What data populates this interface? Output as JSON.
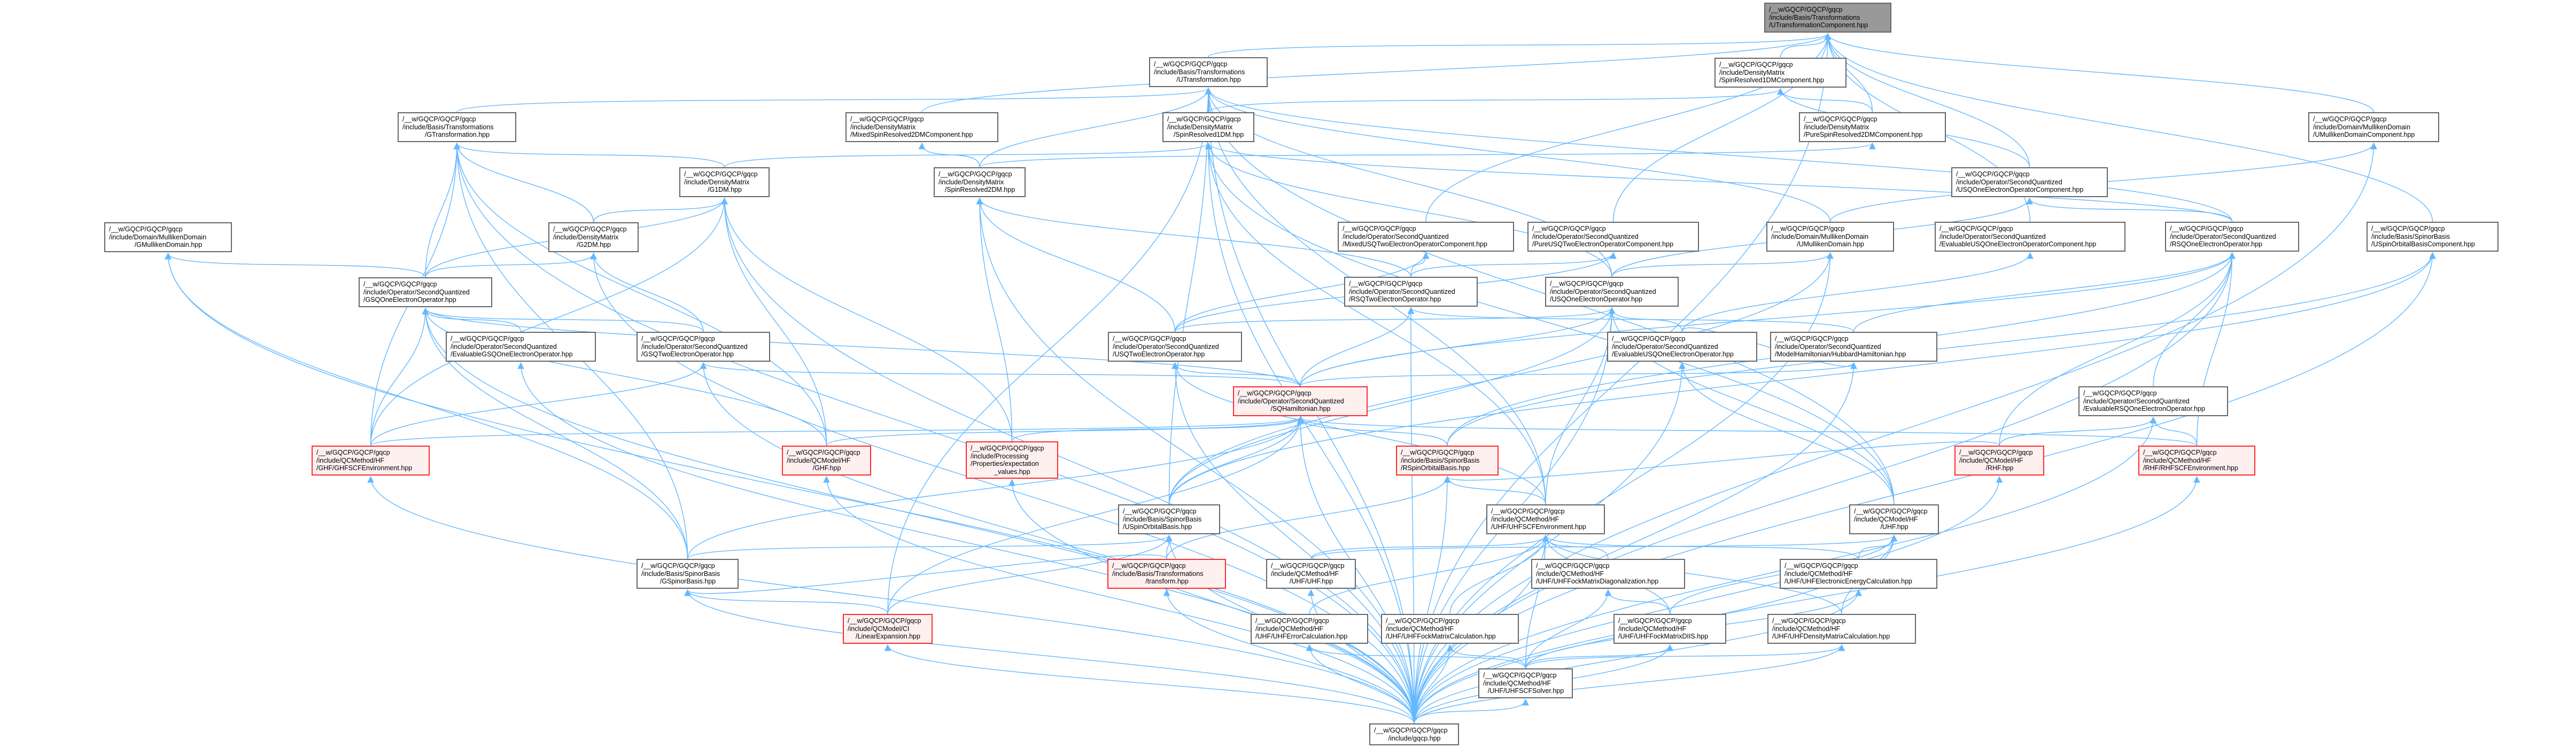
{
  "graph": {
    "type": "include-dependency-graph",
    "colors": {
      "edge": "#63b8ff",
      "node_border": "#666666",
      "root_fill": "#999999",
      "partial_border": "#ff2a2a",
      "partial_fill": "#fff0f0"
    }
  },
  "nodes": [
    {
      "id": "utc",
      "kind": "root",
      "lines": [
        "/__w/GQCP/GQCP/gqcp",
        "/include/Basis/Transformations",
        "/UTransformationComponent.hpp"
      ]
    },
    {
      "id": "ut",
      "kind": "normal",
      "lines": [
        "/__w/GQCP/GQCP/gqcp",
        "/include/Basis/Transformations",
        "/UTransformation.hpp"
      ]
    },
    {
      "id": "sr1dmc",
      "kind": "normal",
      "lines": [
        "/__w/GQCP/GQCP/gqcp",
        "/include/DensityMatrix",
        "/SpinResolved1DMComponent.hpp"
      ]
    },
    {
      "id": "gt",
      "kind": "normal",
      "lines": [
        "/__w/GQCP/GQCP/gqcp",
        "/include/Basis/Transformations",
        "/GTransformation.hpp"
      ]
    },
    {
      "id": "msr2dmc",
      "kind": "normal",
      "lines": [
        "/__w/GQCP/GQCP/gqcp",
        "/include/DensityMatrix",
        "/MixedSpinResolved2DMComponent.hpp"
      ]
    },
    {
      "id": "sr1dm",
      "kind": "normal",
      "lines": [
        "/__w/GQCP/GQCP/gqcp",
        "/include/DensityMatrix",
        "/SpinResolved1DM.hpp"
      ]
    },
    {
      "id": "psr2dmc",
      "kind": "normal",
      "lines": [
        "/__w/GQCP/GQCP/gqcp",
        "/include/DensityMatrix",
        "/PureSpinResolved2DMComponent.hpp"
      ]
    },
    {
      "id": "umdc",
      "kind": "normal",
      "lines": [
        "/__w/GQCP/GQCP/gqcp",
        "/include/Domain/MullikenDomain",
        "/UMullikenDomainComponent.hpp"
      ]
    },
    {
      "id": "g1dm",
      "kind": "normal",
      "lines": [
        "/__w/GQCP/GQCP/gqcp",
        "/include/DensityMatrix",
        "/G1DM.hpp"
      ]
    },
    {
      "id": "sr2dm",
      "kind": "normal",
      "lines": [
        "/__w/GQCP/GQCP/gqcp",
        "/include/DensityMatrix",
        "/SpinResolved2DM.hpp"
      ]
    },
    {
      "id": "usq1c",
      "kind": "normal",
      "lines": [
        "/__w/GQCP/GQCP/gqcp",
        "/include/Operator/SecondQuantized",
        "/USQOneElectronOperatorComponent.hpp"
      ]
    },
    {
      "id": "gmd",
      "kind": "normal",
      "lines": [
        "/__w/GQCP/GQCP/gqcp",
        "/include/Domain/MullikenDomain",
        "/GMullikenDomain.hpp"
      ]
    },
    {
      "id": "g2dm",
      "kind": "normal",
      "lines": [
        "/__w/GQCP/GQCP/gqcp",
        "/include/DensityMatrix",
        "/G2DM.hpp"
      ]
    },
    {
      "id": "musq2c",
      "kind": "normal",
      "lines": [
        "/__w/GQCP/GQCP/gqcp",
        "/include/Operator/SecondQuantized",
        "/MixedUSQTwoElectronOperatorComponent.hpp"
      ]
    },
    {
      "id": "pusq2c",
      "kind": "normal",
      "lines": [
        "/__w/GQCP/GQCP/gqcp",
        "/include/Operator/SecondQuantized",
        "/PureUSQTwoElectronOperatorComponent.hpp"
      ]
    },
    {
      "id": "umd",
      "kind": "normal",
      "lines": [
        "/__w/GQCP/GQCP/gqcp",
        "/include/Domain/MullikenDomain",
        "/UMullikenDomain.hpp"
      ]
    },
    {
      "id": "eusq1c",
      "kind": "normal",
      "lines": [
        "/__w/GQCP/GQCP/gqcp",
        "/include/Operator/SecondQuantized",
        "/EvaluableUSQOneElectronOperatorComponent.hpp"
      ]
    },
    {
      "id": "rsq1",
      "kind": "normal",
      "lines": [
        "/__w/GQCP/GQCP/gqcp",
        "/include/Operator/SecondQuantized",
        "/RSQOneElectronOperator.hpp"
      ]
    },
    {
      "id": "usobc",
      "kind": "normal",
      "lines": [
        "/__w/GQCP/GQCP/gqcp",
        "/include/Basis/SpinorBasis",
        "/USpinOrbitalBasisComponent.hpp"
      ]
    },
    {
      "id": "gsq1",
      "kind": "normal",
      "lines": [
        "/__w/GQCP/GQCP/gqcp",
        "/include/Operator/SecondQuantized",
        "/GSQOneElectronOperator.hpp"
      ]
    },
    {
      "id": "rsq2",
      "kind": "normal",
      "lines": [
        "/__w/GQCP/GQCP/gqcp",
        "/include/Operator/SecondQuantized",
        "/RSQTwoElectronOperator.hpp"
      ]
    },
    {
      "id": "usq1",
      "kind": "normal",
      "lines": [
        "/__w/GQCP/GQCP/gqcp",
        "/include/Operator/SecondQuantized",
        "/USQOneElectronOperator.hpp"
      ]
    },
    {
      "id": "egsq1",
      "kind": "normal",
      "lines": [
        "/__w/GQCP/GQCP/gqcp",
        "/include/Operator/SecondQuantized",
        "/EvaluableGSQOneElectronOperator.hpp"
      ]
    },
    {
      "id": "gsq2",
      "kind": "normal",
      "lines": [
        "/__w/GQCP/GQCP/gqcp",
        "/include/Operator/SecondQuantized",
        "/GSQTwoElectronOperator.hpp"
      ]
    },
    {
      "id": "usq2",
      "kind": "normal",
      "lines": [
        "/__w/GQCP/GQCP/gqcp",
        "/include/Operator/SecondQuantized",
        "/USQTwoElectronOperator.hpp"
      ]
    },
    {
      "id": "eusq1",
      "kind": "normal",
      "lines": [
        "/__w/GQCP/GQCP/gqcp",
        "/include/Operator/SecondQuantized",
        "/EvaluableUSQOneElectronOperator.hpp"
      ]
    },
    {
      "id": "hubbard",
      "kind": "normal",
      "lines": [
        "/__w/GQCP/GQCP/gqcp",
        "/include/Operator/SecondQuantized",
        "/ModelHamiltonian/HubbardHamiltonian.hpp"
      ]
    },
    {
      "id": "sqham",
      "kind": "red",
      "lines": [
        "/__w/GQCP/GQCP/gqcp",
        "/include/Operator/SecondQuantized",
        "/SQHamiltonian.hpp"
      ]
    },
    {
      "id": "ersq1",
      "kind": "normal",
      "lines": [
        "/__w/GQCP/GQCP/gqcp",
        "/include/Operator/SecondQuantized",
        "/EvaluableRSQOneElectronOperator.hpp"
      ]
    },
    {
      "id": "ghfscf",
      "kind": "red",
      "lines": [
        "/__w/GQCP/GQCP/gqcp",
        "/include/QCMethod/HF",
        "/GHF/GHFSCFEnvironment.hpp"
      ]
    },
    {
      "id": "ghf",
      "kind": "red",
      "lines": [
        "/__w/GQCP/GQCP/gqcp",
        "/include/QCModel/HF",
        "/GHF.hpp"
      ]
    },
    {
      "id": "expval",
      "kind": "red",
      "lines": [
        "/__w/GQCP/GQCP/gqcp",
        "/include/Processing",
        "/Properties/expectation",
        "_values.hpp"
      ]
    },
    {
      "id": "rsob",
      "kind": "red",
      "lines": [
        "/__w/GQCP/GQCP/gqcp",
        "/include/Basis/SpinorBasis",
        "/RSpinOrbitalBasis.hpp"
      ]
    },
    {
      "id": "rhf",
      "kind": "red",
      "lines": [
        "/__w/GQCP/GQCP/gqcp",
        "/include/QCModel/HF",
        "/RHF.hpp"
      ]
    },
    {
      "id": "rhfscf",
      "kind": "red",
      "lines": [
        "/__w/GQCP/GQCP/gqcp",
        "/include/QCMethod/HF",
        "/RHF/RHFSCFEnvironment.hpp"
      ]
    },
    {
      "id": "usob",
      "kind": "normal",
      "lines": [
        "/__w/GQCP/GQCP/gqcp",
        "/include/Basis/SpinorBasis",
        "/USpinOrbitalBasis.hpp"
      ]
    },
    {
      "id": "uhfscf",
      "kind": "normal",
      "lines": [
        "/__w/GQCP/GQCP/gqcp",
        "/include/QCMethod/HF",
        "/UHF/UHFSCFEnvironment.hpp"
      ]
    },
    {
      "id": "uhfmodel",
      "kind": "normal",
      "lines": [
        "/__w/GQCP/GQCP/gqcp",
        "/include/QCModel/HF",
        "/UHF.hpp"
      ]
    },
    {
      "id": "gsb",
      "kind": "normal",
      "lines": [
        "/__w/GQCP/GQCP/gqcp",
        "/include/Basis/SpinorBasis",
        "/GSpinorBasis.hpp"
      ]
    },
    {
      "id": "transform",
      "kind": "red",
      "lines": [
        "/__w/GQCP/GQCP/gqcp",
        "/include/Basis/Transformations",
        "/transform.hpp"
      ]
    },
    {
      "id": "uhf",
      "kind": "normal",
      "lines": [
        "/__w/GQCP/GQCP/gqcp",
        "/include/QCMethod/HF",
        "/UHF/UHF.hpp"
      ]
    },
    {
      "id": "uhffmd",
      "kind": "normal",
      "lines": [
        "/__w/GQCP/GQCP/gqcp",
        "/include/QCMethod/HF",
        "/UHF/UHFFockMatrixDiagonalization.hpp"
      ]
    },
    {
      "id": "uhfeec",
      "kind": "normal",
      "lines": [
        "/__w/GQCP/GQCP/gqcp",
        "/include/QCMethod/HF",
        "/UHF/UHFElectronicEnergyCalculation.hpp"
      ]
    },
    {
      "id": "linexp",
      "kind": "red",
      "lines": [
        "/__w/GQCP/GQCP/gqcp",
        "/include/QCModel/CI",
        "/LinearExpansion.hpp"
      ]
    },
    {
      "id": "uhfec",
      "kind": "normal",
      "lines": [
        "/__w/GQCP/GQCP/gqcp",
        "/include/QCMethod/HF",
        "/UHF/UHFErrorCalculation.hpp"
      ]
    },
    {
      "id": "uhffmc",
      "kind": "normal",
      "lines": [
        "/__w/GQCP/GQCP/gqcp",
        "/include/QCMethod/HF",
        "/UHF/UHFFockMatrixCalculation.hpp"
      ]
    },
    {
      "id": "uhfdiis",
      "kind": "normal",
      "lines": [
        "/__w/GQCP/GQCP/gqcp",
        "/include/QCMethod/HF",
        "/UHF/UHFFockMatrixDIIS.hpp"
      ]
    },
    {
      "id": "uhfdmc",
      "kind": "normal",
      "lines": [
        "/__w/GQCP/GQCP/gqcp",
        "/include/QCMethod/HF",
        "/UHF/UHFDensityMatrixCalculation.hpp"
      ]
    },
    {
      "id": "uhfsolver",
      "kind": "normal",
      "lines": [
        "/__w/GQCP/GQCP/gqcp",
        "/include/QCMethod/HF",
        "/UHF/UHFSCFSolver.hpp"
      ]
    },
    {
      "id": "gqcp",
      "kind": "normal",
      "lines": [
        "/__w/GQCP/GQCP/gqcp",
        "/include/gqcp.hpp"
      ]
    }
  ],
  "edges": [
    [
      "ut",
      "utc"
    ],
    [
      "sr1dmc",
      "utc"
    ],
    [
      "psr2dmc",
      "utc"
    ],
    [
      "usq1c",
      "utc"
    ],
    [
      "umdc",
      "utc"
    ],
    [
      "usobc",
      "utc"
    ],
    [
      "msr2dmc",
      "utc"
    ],
    [
      "eusq1c",
      "utc"
    ],
    [
      "musq2c",
      "utc"
    ],
    [
      "pusq2c",
      "utc"
    ],
    [
      "gt",
      "ut"
    ],
    [
      "sr1dm",
      "ut"
    ],
    [
      "sr1dm",
      "sr1dmc"
    ],
    [
      "psr2dmc",
      "sr1dmc"
    ],
    [
      "g1dm",
      "gt"
    ],
    [
      "g1dm",
      "sr1dm"
    ],
    [
      "sr2dm",
      "msr2dmc"
    ],
    [
      "sr2dm",
      "psr2dmc"
    ],
    [
      "sr2dm",
      "ut"
    ],
    [
      "g2dm",
      "g1dm"
    ],
    [
      "g2dm",
      "gt"
    ],
    [
      "gsq1",
      "gt"
    ],
    [
      "gsq1",
      "gmd"
    ],
    [
      "gsq1",
      "g2dm"
    ],
    [
      "gsq1",
      "g1dm"
    ],
    [
      "egsq1",
      "gsq1"
    ],
    [
      "gsq2",
      "gsq1"
    ],
    [
      "gsq2",
      "g2dm"
    ],
    [
      "usq1c",
      "sr1dmc"
    ],
    [
      "usq1",
      "usq1c"
    ],
    [
      "usq1",
      "sr1dm"
    ],
    [
      "usq1",
      "ut"
    ],
    [
      "usq1",
      "umd"
    ],
    [
      "umd",
      "umdc"
    ],
    [
      "umd",
      "ut"
    ],
    [
      "rsq1",
      "usq1c"
    ],
    [
      "rsq1",
      "sr1dm"
    ],
    [
      "rsq1",
      "ut"
    ],
    [
      "rsq2",
      "musq2c"
    ],
    [
      "rsq2",
      "sr2dm"
    ],
    [
      "rsq2",
      "pusq2c"
    ],
    [
      "usq2",
      "musq2c"
    ],
    [
      "usq2",
      "pusq2c"
    ],
    [
      "usq2",
      "usq1"
    ],
    [
      "usq2",
      "sr2dm"
    ],
    [
      "eusq1",
      "usq1"
    ],
    [
      "eusq1",
      "eusq1c"
    ],
    [
      "hubbard",
      "rsq1"
    ],
    [
      "hubbard",
      "rsq2"
    ],
    [
      "eusq1",
      "hubbard"
    ],
    [
      "sqham",
      "gsq2"
    ],
    [
      "sqham",
      "gsq1"
    ],
    [
      "sqham",
      "usq2"
    ],
    [
      "sqham",
      "usq1"
    ],
    [
      "sqham",
      "rsq2"
    ],
    [
      "sqham",
      "rsq1"
    ],
    [
      "sqham",
      "hubbard"
    ],
    [
      "ersq1",
      "rsq1"
    ],
    [
      "ghfscf",
      "gsq1"
    ],
    [
      "ghfscf",
      "gsq2"
    ],
    [
      "ghfscf",
      "sqham"
    ],
    [
      "ghfscf",
      "g1dm"
    ],
    [
      "ghfscf",
      "gt"
    ],
    [
      "ghf",
      "gsq1"
    ],
    [
      "ghf",
      "g1dm"
    ],
    [
      "ghf",
      "gt"
    ],
    [
      "ghf",
      "sqham"
    ],
    [
      "expval",
      "sqham"
    ],
    [
      "expval",
      "sr2dm"
    ],
    [
      "expval",
      "g1dm"
    ],
    [
      "rsob",
      "rsq1"
    ],
    [
      "rsob",
      "usobc"
    ],
    [
      "rsob",
      "sqham"
    ],
    [
      "rhf",
      "rsq1"
    ],
    [
      "rhf",
      "ersq1"
    ],
    [
      "rhf",
      "rsob"
    ],
    [
      "rhfscf",
      "rsq1"
    ],
    [
      "rhfscf",
      "ersq1"
    ],
    [
      "rhfscf",
      "sqham"
    ],
    [
      "usob",
      "usq1"
    ],
    [
      "usob",
      "umd"
    ],
    [
      "usob",
      "usobc"
    ],
    [
      "usob",
      "ut"
    ],
    [
      "usob",
      "sqham"
    ],
    [
      "uhfscf",
      "usq1"
    ],
    [
      "uhfscf",
      "ut"
    ],
    [
      "uhfscf",
      "sr1dm"
    ],
    [
      "uhfscf",
      "rsob"
    ],
    [
      "uhfscf",
      "usq2"
    ],
    [
      "uhfmodel",
      "usq1"
    ],
    [
      "uhfmodel",
      "sr1dm"
    ],
    [
      "uhfmodel",
      "ut"
    ],
    [
      "uhfmodel",
      "eusq1"
    ],
    [
      "gsb",
      "gsq1"
    ],
    [
      "gsb",
      "gt"
    ],
    [
      "gsb",
      "gmd"
    ],
    [
      "gsb",
      "usob"
    ],
    [
      "gsb",
      "sqham"
    ],
    [
      "transform",
      "usob"
    ],
    [
      "transform",
      "gsb"
    ],
    [
      "transform",
      "rsob"
    ],
    [
      "uhf",
      "uhfscf"
    ],
    [
      "uhf",
      "uhfmodel"
    ],
    [
      "uhffmd",
      "uhfscf"
    ],
    [
      "uhfeec",
      "uhfscf"
    ],
    [
      "uhfeec",
      "uhfmodel"
    ],
    [
      "linexp",
      "gsb"
    ],
    [
      "linexp",
      "usob"
    ],
    [
      "linexp",
      "sqham"
    ],
    [
      "linexp",
      "ut"
    ],
    [
      "uhfec",
      "uhfscf"
    ],
    [
      "uhffmc",
      "uhfscf"
    ],
    [
      "uhfdiis",
      "uhfscf"
    ],
    [
      "uhfdiis",
      "uhffmd"
    ],
    [
      "uhfdiis",
      "uhfmodel"
    ],
    [
      "uhfdmc",
      "uhfscf"
    ],
    [
      "uhfdmc",
      "uhfmodel"
    ],
    [
      "uhfsolver",
      "uhfec"
    ],
    [
      "uhfsolver",
      "uhffmc"
    ],
    [
      "uhfsolver",
      "uhffmd"
    ],
    [
      "uhfsolver",
      "uhfdiis"
    ],
    [
      "uhfsolver",
      "uhfdmc"
    ],
    [
      "uhfsolver",
      "uhfeec"
    ],
    [
      "uhfsolver",
      "uhfscf"
    ],
    [
      "gqcp",
      "uhfsolver"
    ],
    [
      "gqcp",
      "uhfec"
    ],
    [
      "gqcp",
      "uhffmc"
    ],
    [
      "gqcp",
      "linexp"
    ],
    [
      "gqcp",
      "gsb"
    ],
    [
      "gqcp",
      "transform"
    ],
    [
      "gqcp",
      "uhf"
    ],
    [
      "gqcp",
      "gt"
    ],
    [
      "gqcp",
      "gmd"
    ],
    [
      "gqcp",
      "g1dm"
    ],
    [
      "gqcp",
      "g2dm"
    ],
    [
      "gqcp",
      "gsq1"
    ],
    [
      "gqcp",
      "egsq1"
    ],
    [
      "gqcp",
      "gsq2"
    ],
    [
      "gqcp",
      "ghfscf"
    ],
    [
      "gqcp",
      "ghf"
    ],
    [
      "gqcp",
      "expval"
    ],
    [
      "gqcp",
      "usob"
    ],
    [
      "gqcp",
      "rsob"
    ],
    [
      "gqcp",
      "sqham"
    ],
    [
      "gqcp",
      "uhfscf"
    ],
    [
      "gqcp",
      "uhfmodel"
    ],
    [
      "gqcp",
      "uhfdiis"
    ],
    [
      "gqcp",
      "uhfdmc"
    ],
    [
      "gqcp",
      "uhfeec"
    ],
    [
      "gqcp",
      "rhf"
    ],
    [
      "gqcp",
      "rhfscf"
    ],
    [
      "gqcp",
      "ersq1"
    ],
    [
      "gqcp",
      "hubbard"
    ],
    [
      "gqcp",
      "eusq1"
    ],
    [
      "gqcp",
      "rsq1"
    ],
    [
      "gqcp",
      "rsq2"
    ],
    [
      "gqcp",
      "usq1"
    ],
    [
      "gqcp",
      "usq2"
    ],
    [
      "gqcp",
      "umd"
    ],
    [
      "gqcp",
      "sr1dm"
    ],
    [
      "gqcp",
      "sr2dm"
    ],
    [
      "gqcp",
      "ut"
    ],
    [
      "gqcp",
      "utc"
    ],
    [
      "gqcp",
      "usobc"
    ],
    [
      "gqcp",
      "umdc"
    ]
  ]
}
